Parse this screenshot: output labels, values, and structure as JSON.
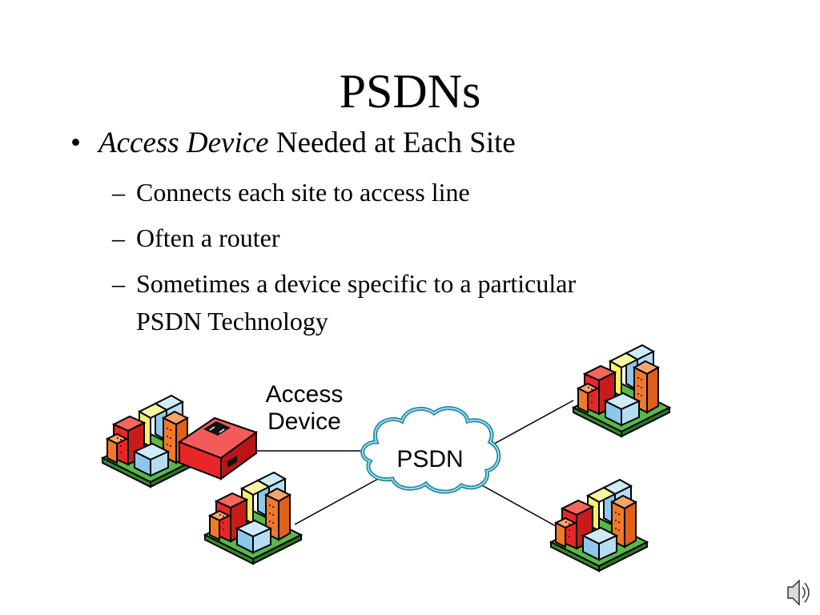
{
  "slide": {
    "title": "PSDNs",
    "bullet": {
      "marker": "•",
      "italic": "Access Device",
      "rest": " Needed at Each Site"
    },
    "subbullets": [
      {
        "marker": "–",
        "lines": [
          "Connects each site to access line"
        ]
      },
      {
        "marker": "–",
        "lines": [
          "Often a router"
        ]
      },
      {
        "marker": "–",
        "lines": [
          "Sometimes a device specific to a particular",
          "PSDN Technology"
        ]
      }
    ]
  },
  "diagram": {
    "access_device_label": [
      "Access",
      "Device"
    ],
    "cloud_label": "PSDN",
    "colors": {
      "cloud_stroke": "#1e8aa6",
      "device_red": "#e8262a",
      "building_red": "#e83a2e",
      "building_orange": "#f07a2a",
      "building_blue": "#9fd3f2",
      "building_yellow": "#f6ef6a",
      "base_green": "#58b84a"
    }
  },
  "controls": {
    "audio_icon": "speaker-icon"
  }
}
